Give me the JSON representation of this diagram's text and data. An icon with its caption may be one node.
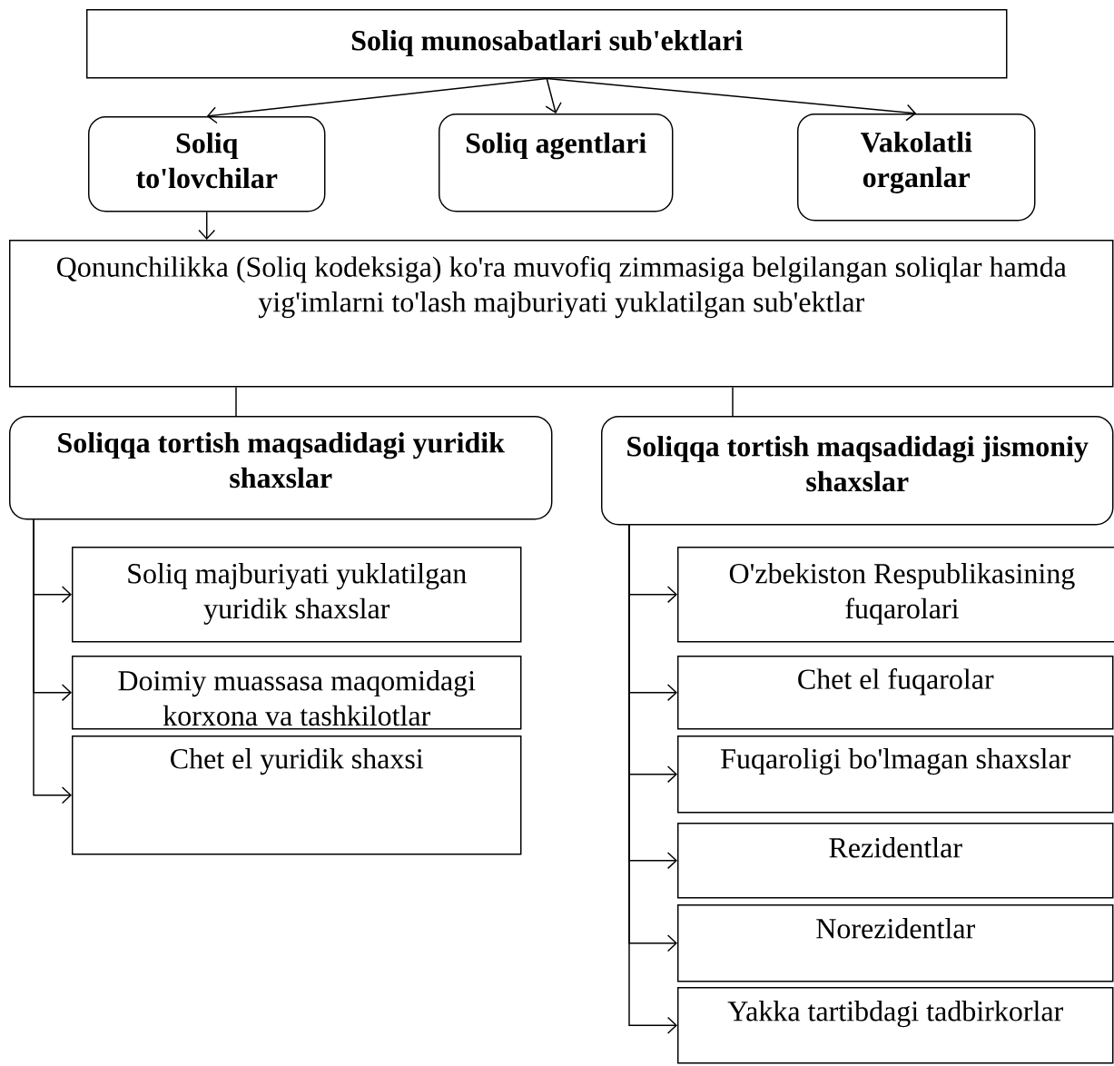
{
  "diagram": {
    "nodes": [
      {
        "text": [
          "Soliq munosabatlari sub'ektlari"
        ]
      },
      {
        "text": [
          "Soliq to'lovchilar"
        ]
      },
      {
        "text": [
          "Soliq agentlari"
        ]
      },
      {
        "text": [
          "Vakolatli organlar"
        ]
      },
      {
        "text": [
          "Qonunchilikka (Soliq kodeksiga) ko'ra muvofiq zimmasiga belgilangan soliqlar hamda yig'imlarni to'lash majburiyati yuklatilgan sub'ektlar"
        ]
      },
      {
        "text": [
          "Soliqqa tortish maqsadidagi yuridik shaxslar"
        ]
      },
      {
        "text": [
          "Soliqqa tortish maqsadidagi jismoniy shaxslar"
        ]
      },
      {
        "text": [
          "Soliq majburiyati yuklatilgan yuridik shaxslar"
        ]
      },
      {
        "text": [
          "Doimiy muassasa maqomidagi korxona va tashkilotlar"
        ]
      },
      {
        "text": [
          "Chet el yuridik shaxsi"
        ]
      },
      {
        "text": [
          "O'zbekiston Respublikasining fuqarolari"
        ]
      },
      {
        "text": [
          "Chet el fuqarolar"
        ]
      },
      {
        "text": [
          "Fuqaroligi bo'lmagan shaxslar"
        ]
      },
      {
        "text": [
          "Rezidentlar"
        ]
      },
      {
        "text": [
          "Norezidentlar"
        ]
      },
      {
        "text": [
          "Yakka tartibdagi tadbirkorlar"
        ]
      }
    ],
    "edges": [
      {
        "from": 0,
        "to": 1,
        "arrow": "to"
      },
      {
        "from": 0,
        "to": 2,
        "arrow": "to"
      },
      {
        "from": 0,
        "to": 3,
        "arrow": "to"
      },
      {
        "from": 1,
        "to": 4,
        "arrow": "to"
      },
      {
        "from": 4,
        "to": 5,
        "arrow": "none"
      },
      {
        "from": 4,
        "to": 6,
        "arrow": "none"
      },
      {
        "from": 5,
        "to": 7,
        "arrow": "to"
      },
      {
        "from": 5,
        "to": 8,
        "arrow": "to"
      },
      {
        "from": 5,
        "to": 9,
        "arrow": "to"
      },
      {
        "from": 6,
        "to": 10,
        "arrow": "to"
      },
      {
        "from": 6,
        "to": 11,
        "arrow": "to"
      },
      {
        "from": 6,
        "to": 12,
        "arrow": "to"
      },
      {
        "from": 6,
        "to": 13,
        "arrow": "to"
      },
      {
        "from": 6,
        "to": 14,
        "arrow": "to"
      },
      {
        "from": 6,
        "to": 15,
        "arrow": "to"
      }
    ]
  }
}
